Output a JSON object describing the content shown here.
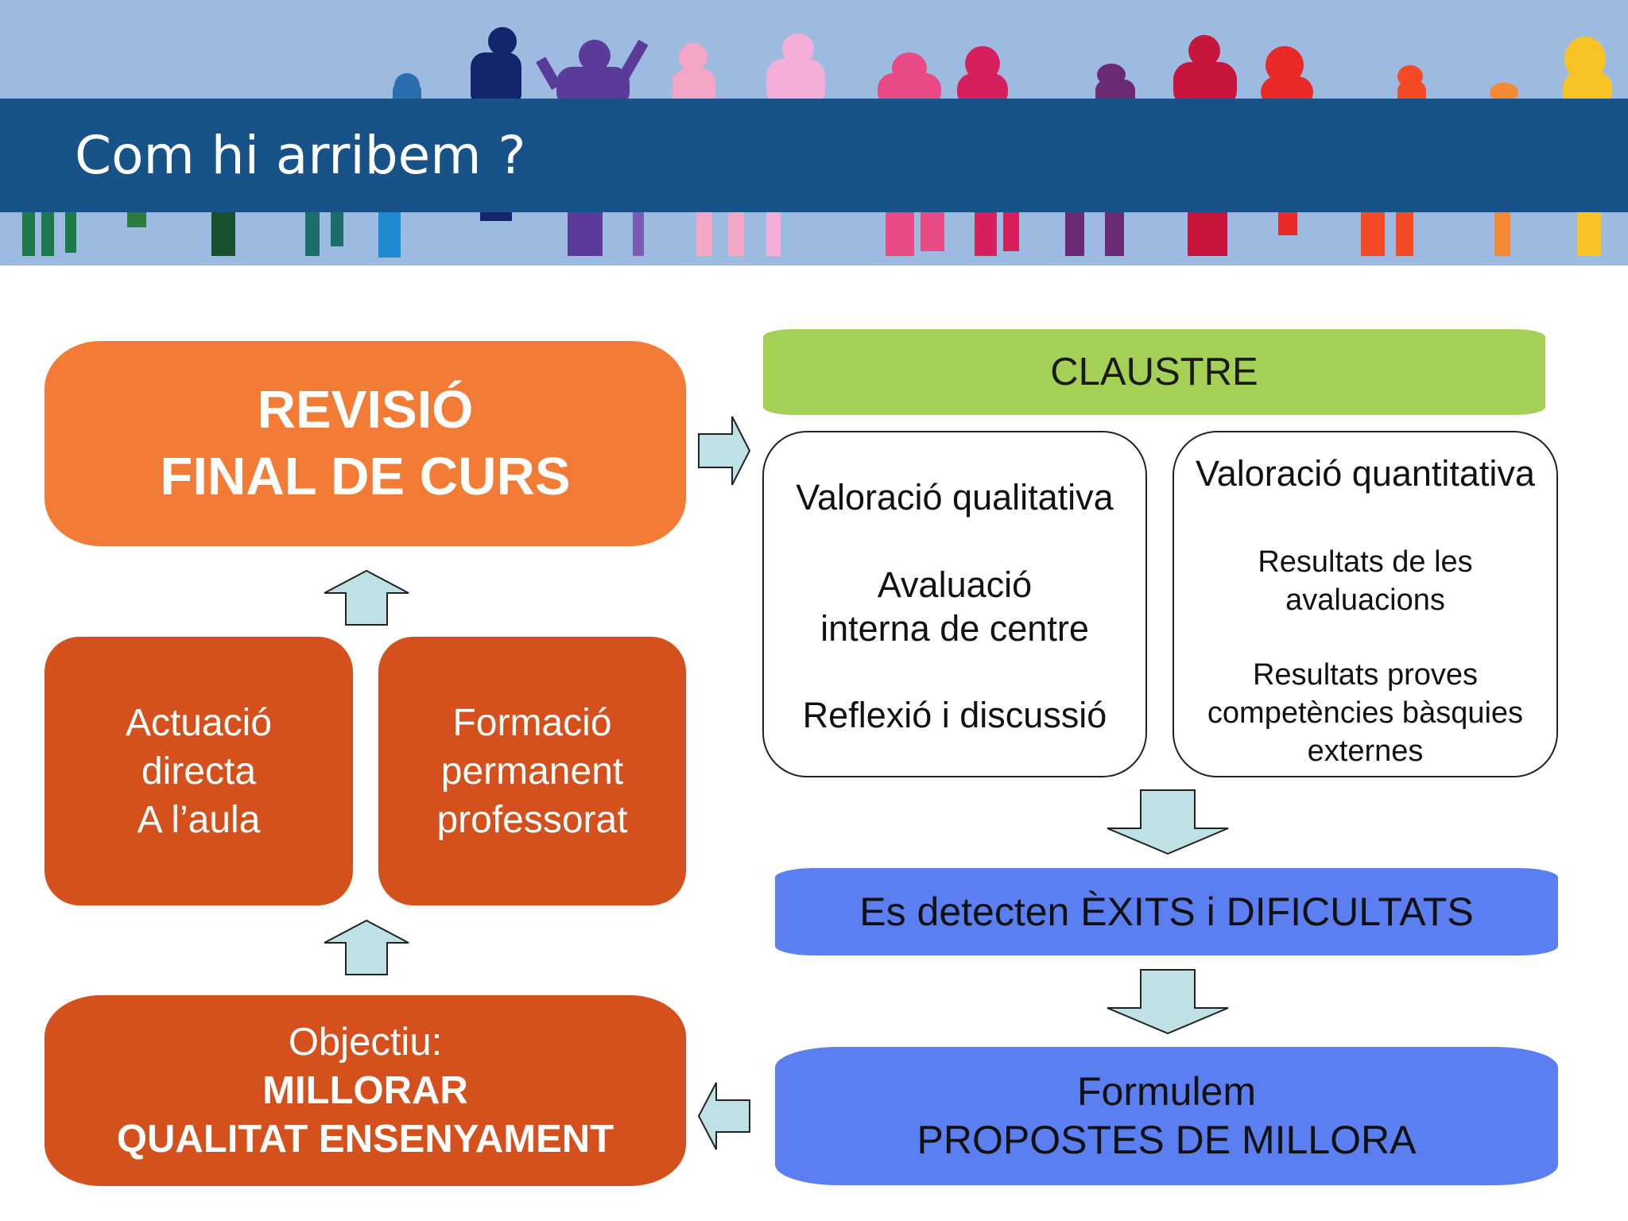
{
  "header": {
    "title": "Com hi arribem ?"
  },
  "left": {
    "revisio": [
      "REVISIÓ",
      "FINAL DE CURS"
    ],
    "actuacio": [
      "Actuació",
      "directa",
      "A l’aula"
    ],
    "formacio": [
      "Formació",
      "permanent",
      "professorat"
    ],
    "objectiu": {
      "label": "Objectiu:",
      "lines": [
        "MILLORAR",
        "QUALITAT ENSENYAMENT"
      ]
    }
  },
  "right": {
    "claustre": "CLAUSTRE",
    "qualitativa": {
      "title": "Valoració qualitativa",
      "item1": [
        "Avaluació",
        "interna de centre"
      ],
      "item2": "Reflexió i discussió"
    },
    "quantitativa": {
      "title": "Valoració quantitativa",
      "item1": [
        "Resultats de les",
        "avaluacions"
      ],
      "item2": [
        "Resultats proves",
        "competències bàsquies",
        "externes"
      ]
    },
    "exits": "Es detecten ÈXITS i DIFICULTATS",
    "propostes": [
      "Formulem",
      "PROPOSTES DE MILLORA"
    ]
  },
  "colors": {
    "banner_bg": "#9dbbe1",
    "title_bar": "#175288",
    "orange_light": "#f27b36",
    "orange_dark": "#d4501c",
    "green": "#a4d055",
    "blue": "#5b7ff0",
    "arrow_fill": "#bfe0e4"
  }
}
